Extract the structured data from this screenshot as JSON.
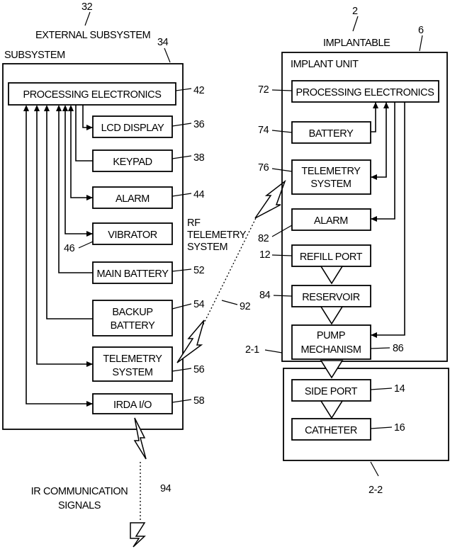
{
  "external": {
    "ref": "32",
    "title": "EXTERNAL SUBSYSTEM",
    "subsystem_label": "SUBSYSTEM",
    "subsystem_ref": "34",
    "processing": {
      "label": "PROCESSING ELECTRONICS",
      "ref": "42"
    },
    "lcd": {
      "label": "LCD DISPLAY",
      "ref": "36"
    },
    "keypad": {
      "label": "KEYPAD",
      "ref": "38"
    },
    "alarm": {
      "label": "ALARM",
      "ref": "44"
    },
    "vibrator": {
      "label": "VIBRATOR",
      "ref": "46"
    },
    "main_battery": {
      "label": "MAIN BATTERY",
      "ref": "52"
    },
    "backup_battery": {
      "line1": "BACKUP",
      "line2": "BATTERY",
      "ref": "54"
    },
    "telemetry": {
      "line1": "TELEMETRY",
      "line2": "SYSTEM",
      "ref": "56"
    },
    "irda": {
      "label": "IRDA I/O",
      "ref": "58"
    }
  },
  "rf_link": {
    "line1": "RF",
    "line2": "TELEMETRY",
    "line3": "SYSTEM",
    "ref": "92"
  },
  "ir_link": {
    "line1": "IR COMMUNICATION",
    "line2": "SIGNALS",
    "ref": "94"
  },
  "implantable": {
    "ref": "2",
    "title": "IMPLANTABLE",
    "unit_ref": "6",
    "unit_label": "IMPLANT UNIT",
    "processing": {
      "label": "PROCESSING ELECTRONICS",
      "ref": "72"
    },
    "battery": {
      "label": "BATTERY",
      "ref": "74"
    },
    "telemetry": {
      "line1": "TELEMETRY",
      "line2": "SYSTEM",
      "ref": "76"
    },
    "alarm": {
      "label": "ALARM",
      "ref": "82"
    },
    "refill_port": {
      "label": "REFILL PORT",
      "ref": "12"
    },
    "reservoir": {
      "label": "RESERVOIR",
      "ref": "84"
    },
    "pump": {
      "line1": "PUMP",
      "line2": "MECHANISM",
      "ref": "86"
    },
    "section1_ref": "2-1",
    "section2_ref": "2-2",
    "side_port": {
      "label": "SIDE PORT",
      "ref": "14"
    },
    "catheter": {
      "label": "CATHETER",
      "ref": "16"
    }
  }
}
